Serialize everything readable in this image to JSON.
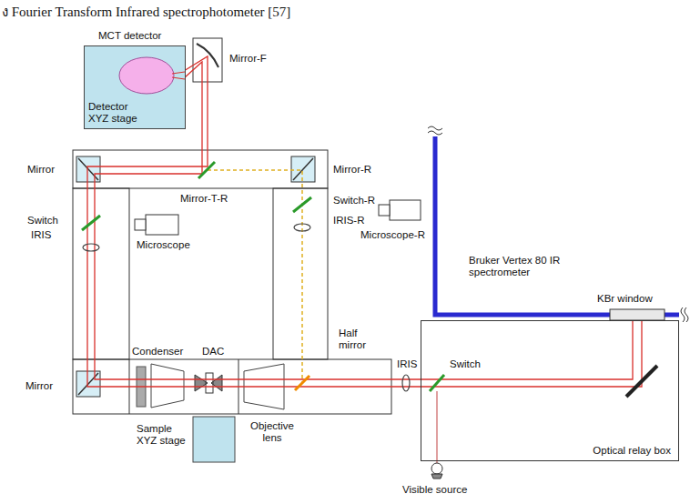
{
  "diagram": {
    "caption": "ง Fourier Transform Infrared spectrophotometer [57]",
    "nodes": [
      {
        "text": [
          "Detector XYZ stage"
        ]
      },
      {
        "text": [
          "Optical relay box"
        ]
      }
    ],
    "labels": [
      "MCT detector",
      "Mirror-F",
      "Mirror",
      "Mirror-T-R",
      "Mirror-R",
      "Switch-R",
      "Switch",
      "IRIS-R",
      "Microscope-R",
      "IRIS",
      "Microscope",
      "Bruker Vertex 80 IR spectrometer",
      "KBr window",
      "Condenser",
      "DAC",
      "Half mirror",
      "Mirror",
      "Switch",
      "IRIS",
      "Sample XYZ stage",
      "Objective lens",
      "Visible source"
    ]
  }
}
